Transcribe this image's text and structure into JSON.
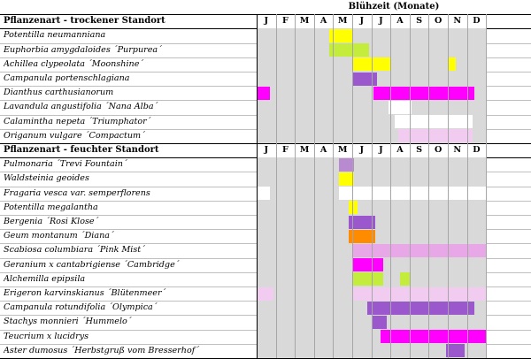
{
  "header": {
    "title": "Blühzeit (Monate)"
  },
  "months": [
    "J",
    "F",
    "M",
    "A",
    "M",
    "J",
    "J",
    "A",
    "S",
    "O",
    "N",
    "D"
  ],
  "colors": {
    "yellow": "#ffff00",
    "green": "#c4ec3c",
    "purple": "#9a58cc",
    "magenta": "#ff00ff",
    "white": "#ffffff",
    "pink": "#f2ccf0",
    "lilac": "#b88ad0",
    "orange": "#ff8c00",
    "lightpink": "#e8a8e8",
    "grid_bg": "#d9d9d9"
  },
  "sections": [
    {
      "title": "Pflanzenart - trockener Standort",
      "rows": [
        {
          "name": "Potentilla neumanniana",
          "bars": [
            {
              "start": 3.8,
              "end": 5.0,
              "color": "yellow"
            }
          ]
        },
        {
          "name": "Euphorbia amygdaloides ´Purpurea´",
          "bars": [
            {
              "start": 3.8,
              "end": 5.9,
              "color": "green"
            }
          ]
        },
        {
          "name": "Achillea clypeolata ´Moonshine´",
          "bars": [
            {
              "start": 5.0,
              "end": 7.0,
              "color": "yellow"
            },
            {
              "start": 10.0,
              "end": 10.4,
              "color": "yellow"
            }
          ]
        },
        {
          "name": "Campanula portenschlagiana",
          "bars": [
            {
              "start": 5.0,
              "end": 6.3,
              "color": "purple"
            }
          ]
        },
        {
          "name": "Dianthus carthusianorum",
          "bars": [
            {
              "start": 0.0,
              "end": 0.7,
              "color": "magenta"
            },
            {
              "start": 6.1,
              "end": 11.4,
              "color": "magenta"
            }
          ]
        },
        {
          "name": "Lavandula angustifolia ´Nana Alba´",
          "bars": [
            {
              "start": 6.9,
              "end": 8.1,
              "color": "white"
            }
          ]
        },
        {
          "name": "Calamintha nepeta ´Triumphator´",
          "bars": [
            {
              "start": 7.2,
              "end": 11.3,
              "color": "white"
            }
          ]
        },
        {
          "name": "Origanum vulgare ´Compactum´",
          "bars": [
            {
              "start": 7.4,
              "end": 11.3,
              "color": "pink"
            }
          ]
        }
      ]
    },
    {
      "title": "Pflanzenart - feuchter Standort",
      "rows": [
        {
          "name": "Pulmonaria ´Trevi Fountain´",
          "bars": [
            {
              "start": 4.3,
              "end": 5.1,
              "color": "lilac"
            }
          ]
        },
        {
          "name": "Waldsteinia geoides",
          "bars": [
            {
              "start": 4.3,
              "end": 5.1,
              "color": "yellow"
            }
          ]
        },
        {
          "name": "Fragaria vesca var. semperflorens",
          "bars": [
            {
              "start": 0.0,
              "end": 0.7,
              "color": "white"
            },
            {
              "start": 4.3,
              "end": 12.0,
              "color": "white"
            }
          ]
        },
        {
          "name": "Potentilla megalantha",
          "bars": [
            {
              "start": 4.8,
              "end": 5.3,
              "color": "yellow"
            }
          ]
        },
        {
          "name": "Bergenia ´Rosi Klose´",
          "bars": [
            {
              "start": 4.8,
              "end": 6.2,
              "color": "purple"
            }
          ]
        },
        {
          "name": "Geum montanum ´Diana´",
          "bars": [
            {
              "start": 4.8,
              "end": 6.2,
              "color": "orange"
            }
          ]
        },
        {
          "name": "Scabiosa columbiara ´Pink Mist´",
          "bars": [
            {
              "start": 5.0,
              "end": 12.0,
              "color": "lightpink"
            }
          ]
        },
        {
          "name": "Geranium x cantabrigiense ´Cambridge´",
          "bars": [
            {
              "start": 5.0,
              "end": 6.6,
              "color": "magenta"
            }
          ]
        },
        {
          "name": "Alchemilla epipsila",
          "bars": [
            {
              "start": 5.0,
              "end": 6.6,
              "color": "green"
            },
            {
              "start": 7.5,
              "end": 8.0,
              "color": "green"
            }
          ]
        },
        {
          "name": "Erigeron karvinskianus ´Blütenmeer´",
          "bars": [
            {
              "start": 0.0,
              "end": 0.9,
              "color": "pink"
            },
            {
              "start": 5.0,
              "end": 12.0,
              "color": "pink"
            }
          ]
        },
        {
          "name": "Campanula rotundifolia ´Olympica´",
          "bars": [
            {
              "start": 5.8,
              "end": 11.4,
              "color": "purple"
            }
          ]
        },
        {
          "name": "Stachys monnieri ´Hummelo´",
          "bars": [
            {
              "start": 6.0,
              "end": 6.8,
              "color": "purple"
            }
          ]
        },
        {
          "name": "Teucrium x lucidrys",
          "bars": [
            {
              "start": 6.5,
              "end": 12.0,
              "color": "magenta"
            }
          ]
        },
        {
          "name": "Aster dumosus ´Herbstgruß vom Bresserhof´",
          "bars": [
            {
              "start": 9.9,
              "end": 10.9,
              "color": "purple"
            }
          ]
        }
      ]
    }
  ]
}
